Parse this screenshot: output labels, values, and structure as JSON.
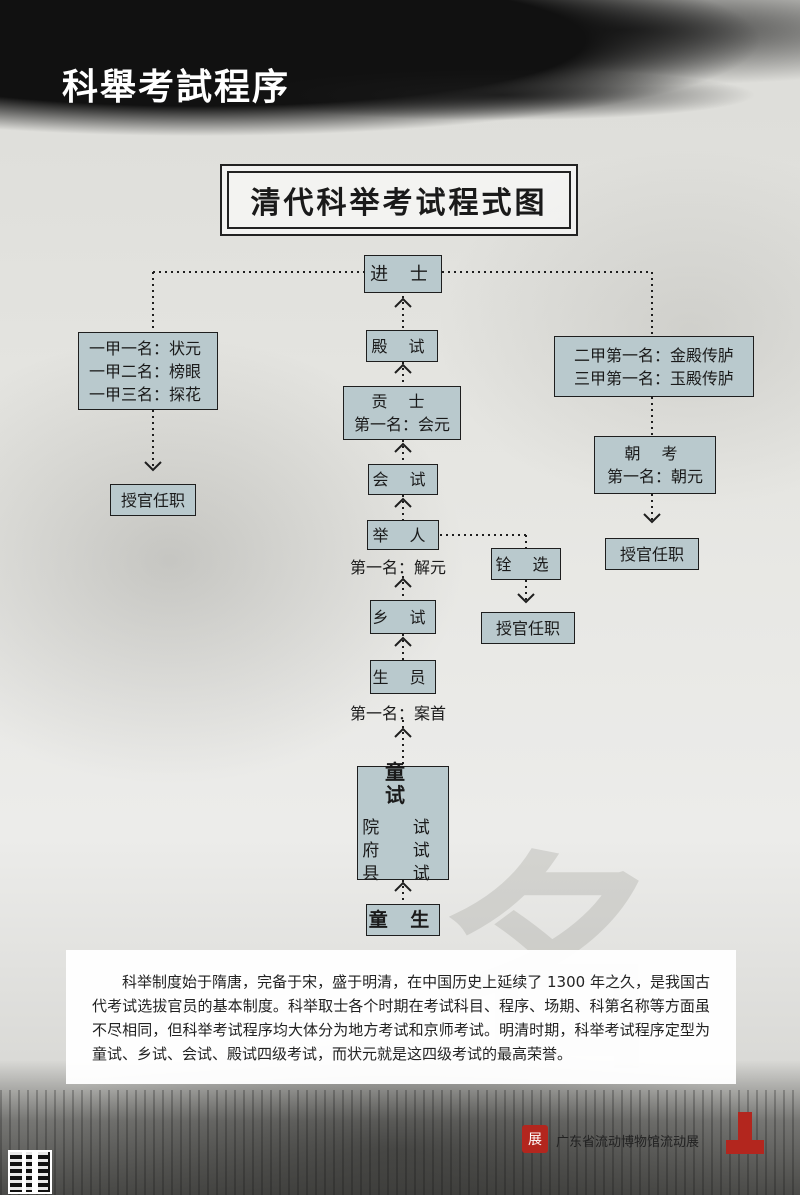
{
  "header": {
    "title": "科舉考試程序",
    "chart_title": "清代科举考试程式图"
  },
  "nodes": {
    "jinshi": "进 士",
    "dianshi": "殿 试",
    "gongshi_title": "贡 士",
    "gongshi_first": "第一名：会元",
    "huishi": "会 试",
    "juren": "举 人",
    "juren_first": "第一名：解元",
    "xiangshi": "乡 试",
    "shengyuan": "生 员",
    "shengyuan_first": "第一名：案首",
    "tongshi_title": "童  试",
    "tongshi_levels": [
      "院  试",
      "府  试",
      "县  试"
    ],
    "tongsheng": "童 生",
    "quanxuan": "铨 选",
    "yijia": [
      "一甲一名：状元",
      "一甲二名：榜眼",
      "一甲三名：探花"
    ],
    "erjia": [
      "二甲第一名：金殿传胪",
      "三甲第一名：玉殿传胪"
    ],
    "chaokao_title": "朝 考",
    "chaokao_first": "第一名：朝元",
    "shouguan_left": "授官任职",
    "shouguan_mid": "授官任职",
    "shouguan_right": "授官任职"
  },
  "description": "科举制度始于隋唐，完备于宋，盛于明清，在中国历史上延续了 1300 年之久，是我国古代考试选拔官员的基本制度。科举取士各个时期在考试科目、程序、场期、科第名称等方面虽不尽相同，但科举考试程序均大体分为地方考试和京师考试。明清时期，科举考试程序定型为童试、乡试、会试、殿试四级考试，而状元就是这四级考试的最高荣誉。",
  "footer": {
    "seal_char": "展",
    "organizer": "广东省流动博物馆流动展"
  },
  "colors": {
    "box_fill": "#b9c9cd",
    "line": "#1e1e1e",
    "seal": "#b3261e"
  }
}
